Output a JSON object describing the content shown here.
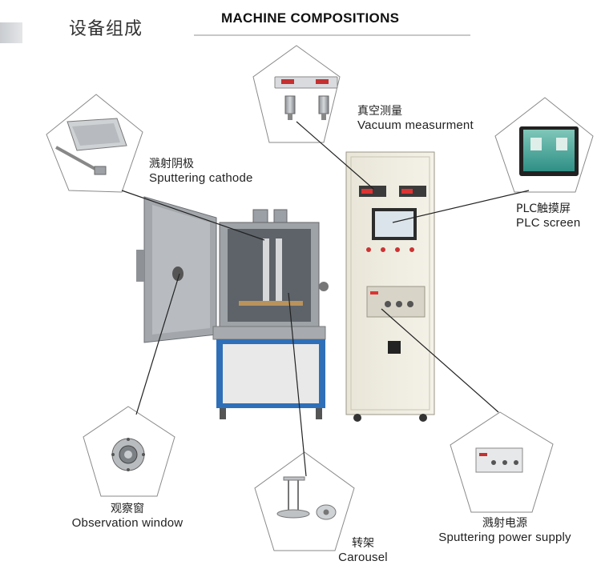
{
  "header": {
    "title_cn": "设备组成",
    "title_en": "MACHINE COMPOSITIONS"
  },
  "components": [
    {
      "id": "vacuum",
      "cn": "真空测量",
      "en": "Vacuum measurment"
    },
    {
      "id": "cathode",
      "cn": "溅射阴极",
      "en": "Sputtering cathode"
    },
    {
      "id": "plc",
      "cn": "PLC触摸屏",
      "en": "PLC screen"
    },
    {
      "id": "window",
      "cn": "观察窗",
      "en": "Observation window"
    },
    {
      "id": "carousel",
      "cn": "转架",
      "en": "Carousel"
    },
    {
      "id": "power",
      "cn": "溅射电源",
      "en": "Sputtering power supply"
    }
  ]
}
